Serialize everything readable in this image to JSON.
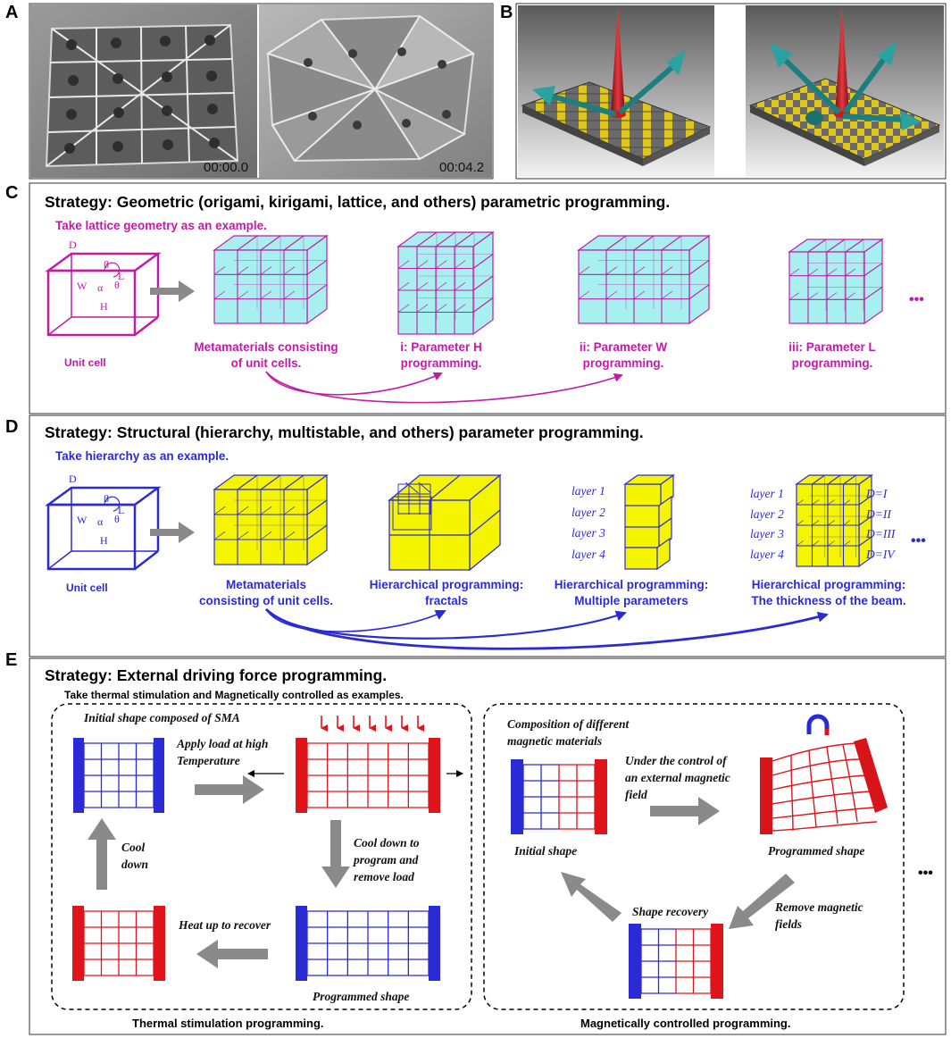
{
  "panels": {
    "a": {
      "label": "A",
      "time_left": "00:00.0",
      "time_right": "00:04.2"
    },
    "b": {
      "label": "B"
    },
    "c": {
      "label": "C",
      "strategy": "Strategy: Geometric (origami, kirigami, lattice, and others) parametric programming.",
      "example": "Take lattice geometry as an example.",
      "unit_cell": "Unit cell",
      "meta_line1": "Metamaterials consisting",
      "meta_line2": "of unit cells.",
      "p1_line1": "i: Parameter H",
      "p1_line2": "programming.",
      "p2_line1": "ii: Parameter W",
      "p2_line2": "programming.",
      "p3_line1": "iii: Parameter L",
      "p3_line2": "programming.",
      "ellipsis": "•••",
      "cube_labels": {
        "d": "D",
        "w": "W",
        "h": "H",
        "l": "L",
        "alpha": "α",
        "beta": "β",
        "theta": "θ"
      }
    },
    "d": {
      "label": "D",
      "strategy": "Strategy: Structural (hierarchy, multistable, and others) parameter programming.",
      "example": "Take hierarchy as an example.",
      "unit_cell": "Unit cell",
      "meta_line1": "Metamaterials",
      "meta_line2": "consisting of unit cells.",
      "h1_line1": "Hierarchical programming:",
      "h1_line2": "fractals",
      "h2_line1": "Hierarchical programming:",
      "h2_line2": "Multiple parameters",
      "h3_line1": "Hierarchical programming:",
      "h3_line2": "The thickness of the beam.",
      "layers": [
        "layer 1",
        "layer 2",
        "layer 3",
        "layer 4"
      ],
      "d_values": [
        "D=I",
        "D=II",
        "D=III",
        "D=IV"
      ],
      "ellipsis": "•••",
      "cube_labels": {
        "d": "D",
        "w": "W",
        "h": "H",
        "l": "L",
        "alpha": "α",
        "beta": "β",
        "theta": "θ"
      }
    },
    "e": {
      "label": "E",
      "strategy": "Strategy: External driving force programming.",
      "example": "Take thermal stimulation and Magnetically controlled as examples.",
      "thermal": {
        "initial": "Initial shape composed of SMA",
        "apply_line1": "Apply load at high",
        "apply_line2": "Temperature",
        "cool_line1": "Cool down to",
        "cool_line2": "program and",
        "cool_line3": "remove load",
        "cool2_line1": "Cool",
        "cool2_line2": "down",
        "heat": "Heat up to recover",
        "programmed": "Programmed shape",
        "caption": "Thermal stimulation programming."
      },
      "magnetic": {
        "composition_line1": "Composition of different",
        "composition_line2": "magnetic materials",
        "control_line1": "Under the control of",
        "control_line2": "an external magnetic",
        "control_line3": "field",
        "initial": "Initial shape",
        "programmed": "Programmed shape",
        "recovery": "Shape recovery",
        "remove_line1": "Remove magnetic",
        "remove_line2": "fields",
        "caption": "Magnetically controlled programming."
      },
      "ellipsis": "•••"
    }
  },
  "colors": {
    "magenta": "#c21ba8",
    "blue": "#2b2bd6",
    "cyan": "#a8f0f0",
    "yellow": "#f5f500",
    "red": "#e0141b",
    "arrow_gray": "#8a8a8a"
  }
}
